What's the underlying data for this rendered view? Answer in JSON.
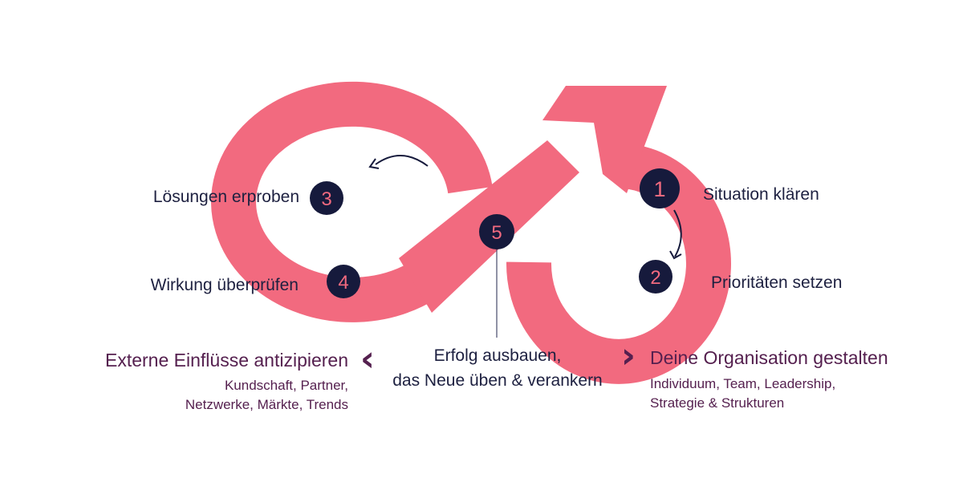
{
  "colors": {
    "loop": "#f26a7f",
    "circle_fill": "#161a3c",
    "numbers": "#f26a7f",
    "step_text": "#1d2040",
    "context_text": "#55204f"
  },
  "steps": [
    {
      "number": "1",
      "label": "Situation klären"
    },
    {
      "number": "2",
      "label": "Prioritäten setzen"
    },
    {
      "number": "3",
      "label": "Lösungen erproben"
    },
    {
      "number": "4",
      "label": "Wirkung überprüfen"
    },
    {
      "number": "5",
      "label_lines": [
        "Erfolg ausbauen,",
        "das Neue üben & verankern"
      ]
    }
  ],
  "external": {
    "title": "Externe Einflüsse antizipieren",
    "lines": [
      "Kundschaft, Partner,",
      "Netzwerke, Märkte, Trends"
    ],
    "chevron": "‹"
  },
  "organisation": {
    "title": "Deine Organisation gestalten",
    "lines": [
      "Individuum, Team, Leadership,",
      "Strategie & Strukturen"
    ],
    "chevron": "›"
  }
}
